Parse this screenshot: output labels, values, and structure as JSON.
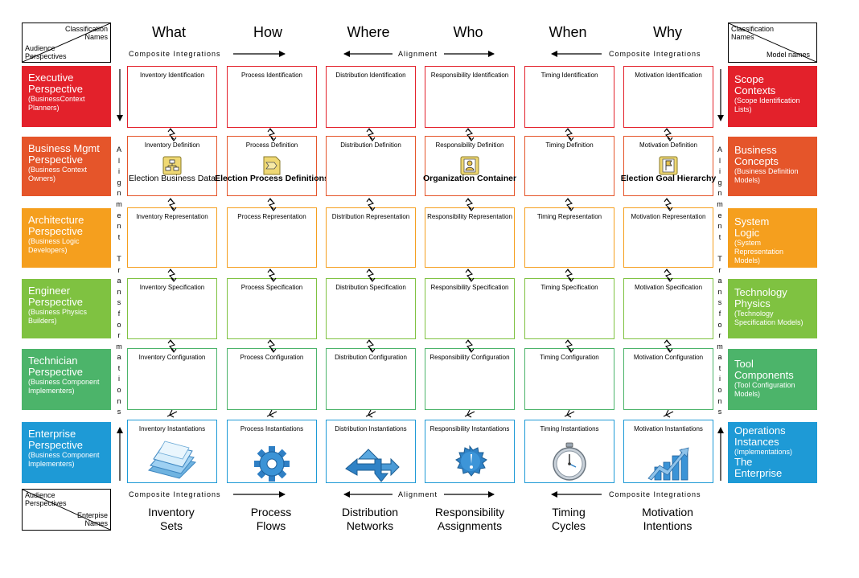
{
  "corners": {
    "top_left": {
      "top_right_text": "Classification Names",
      "bottom_left_text": "Audience Perspectives"
    },
    "top_right": {
      "top_left_text": "Classification Names",
      "bottom_right_text": "Model names"
    },
    "bottom_left": {
      "top_left_text": "Audience Perspectives",
      "bottom_right_text": "Enterpise Names"
    }
  },
  "columns": [
    {
      "header": "What",
      "footer_line1": "Inventory",
      "footer_line2": "Sets"
    },
    {
      "header": "How",
      "footer_line1": "Process",
      "footer_line2": "Flows"
    },
    {
      "header": "Where",
      "footer_line1": "Distribution",
      "footer_line2": "Networks"
    },
    {
      "header": "Who",
      "footer_line1": "Responsibility",
      "footer_line2": "Assignments"
    },
    {
      "header": "When",
      "footer_line1": "Timing",
      "footer_line2": "Cycles"
    },
    {
      "header": "Why",
      "footer_line1": "Motivation",
      "footer_line2": "Intentions"
    }
  ],
  "bands": {
    "top_left": "Composite Integrations",
    "top_center": "Alignment",
    "top_right": "Composite Integrations",
    "bottom_left": "Composite Integrations",
    "bottom_center": "Alignment",
    "bottom_right": "Composite Integrations"
  },
  "vertical_labels": {
    "left": "Alignment Transformations",
    "right": "Alignment Transformations"
  },
  "rows": [
    {
      "color": "#e3212b",
      "left_title": "Executive Perspective",
      "left_sub": "(BusinessContext Planners)",
      "right_title": "Scope Contexts",
      "right_sub": "(Scope Identification Lists)",
      "cells": [
        "Inventory Identification",
        "Process Identification",
        "Distribution Identification",
        "Responsibility Identification",
        "Timing Identification",
        "Motivation Identification"
      ]
    },
    {
      "color": "#e5552a",
      "left_title": "Business Mgmt Perspective",
      "left_sub": "(Business Context Owners)",
      "right_title": "Business Concepts",
      "right_sub": "(Business Definition Models)",
      "cells": [
        "Inventory Definition",
        "Process Definition",
        "Distribution Definition",
        "Responsibility Definition",
        "Timing Definition",
        "Motivation Definition"
      ]
    },
    {
      "color": "#f59f1e",
      "left_title": "Architecture Perspective",
      "left_sub": "(Business Logic Developers)",
      "right_title": "System Logic",
      "right_sub": "(System Representation Models)",
      "cells": [
        "Inventory Representation",
        "Process Representation",
        "Distribution Representation",
        "Responsibility Representation",
        "Timing Representation",
        "Motivation Representation"
      ]
    },
    {
      "color": "#7fc241",
      "left_title": "Engineer Perspective",
      "left_sub": "(Business Physics Builders)",
      "right_title": "Technology Physics",
      "right_sub": "(Technology Specification Models)",
      "cells": [
        "Inventory Specification",
        "Process Specification",
        "Distribution Specification",
        "Responsibility Specification",
        "Timing Specification",
        "Motivation Specification"
      ]
    },
    {
      "color": "#4cb46a",
      "left_title": "Technician Perspective",
      "left_sub": "(Business Component Implementers)",
      "right_title": "Tool Components",
      "right_sub": "(Tool Configuration Models)",
      "cells": [
        "Inventory Configuration",
        "Process Configuration",
        "Distribution Configuration",
        "Responsibility Configuration",
        "Timing Configuration",
        "Motivation Configuration"
      ]
    },
    {
      "color": "#1e9ad6",
      "left_title": "Enterprise Perspective",
      "left_sub": "(Business Component Implementers)",
      "right_title": "Operations Instances",
      "right_sub": "(Implementations)",
      "right_extra": "The Enterprise",
      "cells": [
        "Inventory Instantiations",
        "Process Instantiations",
        "Distribution Instantiations",
        "Responsibility Instantiations",
        "Timing Instantiations",
        "Motivation Instantiations"
      ]
    }
  ],
  "model_links": [
    {
      "label": "Election Business Data",
      "icon": "business-data-icon",
      "bold": false
    },
    {
      "label": "Election Process Definitions",
      "icon": "process-definition-icon",
      "bold": true
    },
    {
      "label": "Organization Container",
      "icon": "organization-container-icon",
      "bold": true
    },
    {
      "label": "Election Goal Hierarchy",
      "icon": "goal-hierarchy-icon",
      "bold": true
    }
  ],
  "instantiation_icons": [
    "documents-icon",
    "gear-icon",
    "distribution-arrows-icon",
    "alert-badge-icon",
    "stopwatch-icon",
    "growth-chart-icon"
  ]
}
